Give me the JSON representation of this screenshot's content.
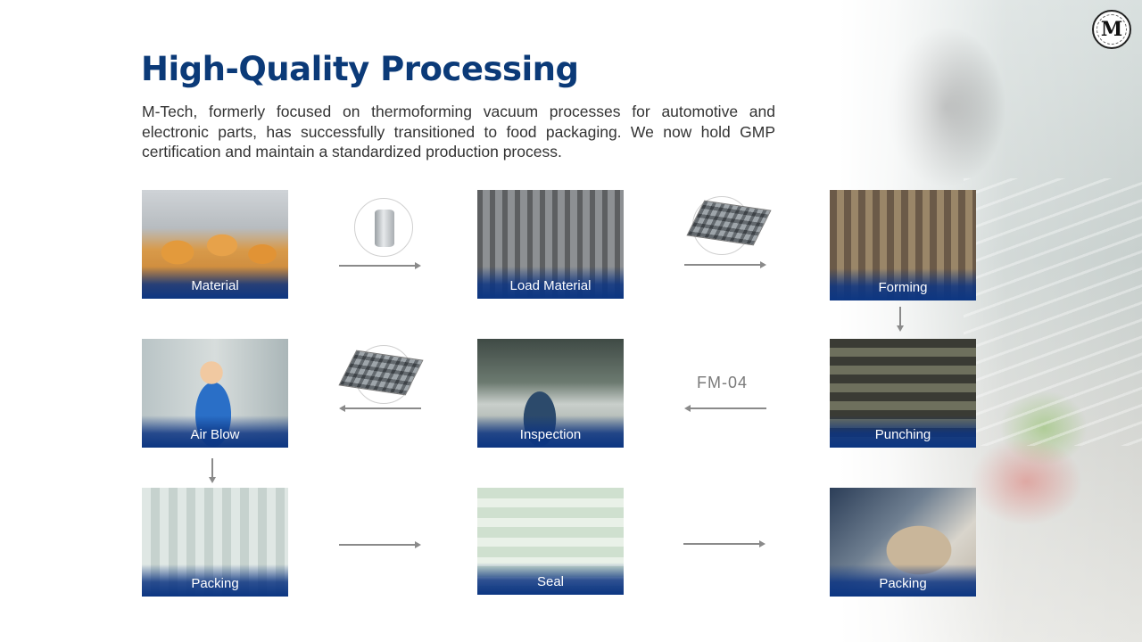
{
  "slide": {
    "title": "High-Quality Processing",
    "description": "M-Tech, formerly focused on thermoforming vacuum processes for automotive and electronic parts, has successfully transitioned to food packaging. We now hold GMP certification and maintain a standardized production process.",
    "logo_letter": "M",
    "accent_color": "#0b3a78",
    "caption_color": "#0c3682"
  },
  "process": {
    "steps": [
      {
        "label": "Material"
      },
      {
        "label": "Load Material"
      },
      {
        "label": "Forming"
      },
      {
        "label": "Punching"
      },
      {
        "label": "Inspection"
      },
      {
        "label": "Air Blow"
      },
      {
        "label": "Packing"
      },
      {
        "label": "Seal"
      },
      {
        "label": "Packing"
      }
    ],
    "machine_code": "FM-04",
    "icons": [
      "film-roll-icon",
      "tray-icon",
      "tray-icon"
    ]
  }
}
